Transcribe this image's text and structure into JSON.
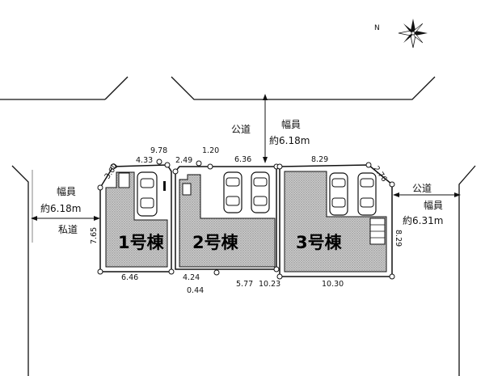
{
  "compass": {
    "label": "N",
    "icon": "north-arrow-icon"
  },
  "roads": {
    "top": {
      "type": "公道",
      "width_label": "幅員",
      "width_value": "約6.18m"
    },
    "left": {
      "width_label": "幅員",
      "width_value": "約6.18m",
      "type": "私道"
    },
    "right": {
      "type": "公道",
      "width_label": "幅員",
      "width_value": "約6.31m"
    }
  },
  "lots": [
    {
      "id": 1,
      "label": "1号棟"
    },
    {
      "id": 2,
      "label": "2号棟"
    },
    {
      "id": 3,
      "label": "3号棟"
    }
  ],
  "dimensions": {
    "d_300": "3.00",
    "d_433": "4.33",
    "d_978": "9.78",
    "d_249": "2.49",
    "d_120": "1.20",
    "d_636": "6.36",
    "d_829_top": "8.29",
    "d_276": "2.76",
    "d_765": "7.65",
    "d_829_right": "8.29",
    "d_646": "6.46",
    "d_424": "4.24",
    "d_044": "0.44",
    "d_577": "5.77",
    "d_1023": "10.23",
    "d_1030": "10.30"
  }
}
